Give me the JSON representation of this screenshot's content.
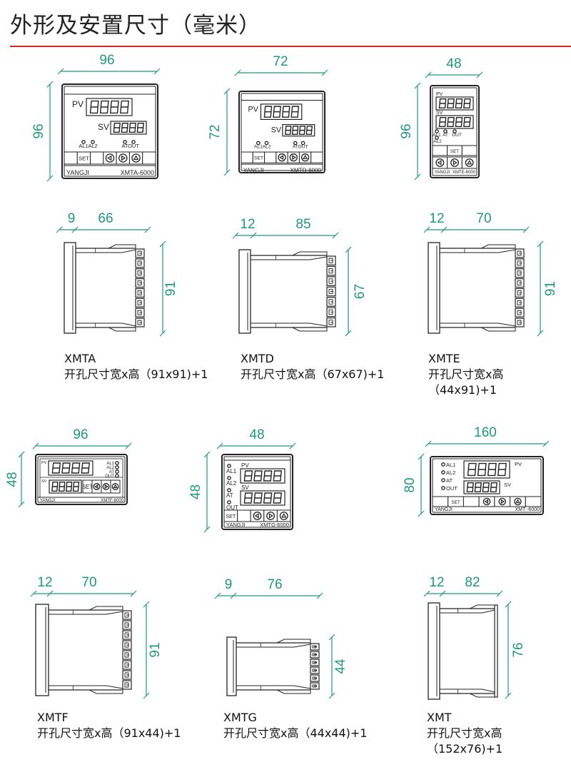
{
  "title": "外形及安置尺寸（毫米）",
  "colors": {
    "dimension": "#1c9a7c",
    "rule": "#d6252d",
    "drawing": "#222222"
  },
  "panel_labels": {
    "pv": "PV",
    "sv": "SV",
    "al1": "AL1",
    "al2": "AL2",
    "at": "AT",
    "out": "OUT",
    "set": "SET",
    "brand": "YANGJI",
    "digits": "8888"
  },
  "models": [
    {
      "name": "XMTA",
      "cutout": "开孔尺寸宽x高（91x91)+1",
      "code": "XMTA-6000",
      "front": {
        "width": "96",
        "height": "96"
      },
      "side": {
        "bezel": "9",
        "depth": "66",
        "height": "91"
      }
    },
    {
      "name": "XMTD",
      "cutout": "开孔尺寸宽x高（67x67)+1",
      "code": "XMTD-6000",
      "front": {
        "width": "72",
        "height": "72"
      },
      "side": {
        "bezel": "12",
        "depth": "85",
        "height": "67"
      }
    },
    {
      "name": "XMTE",
      "cutout": "开孔尺寸宽x高（44x91)+1",
      "code": "XMTE-6000",
      "front": {
        "width": "48",
        "height": "96"
      },
      "side": {
        "bezel": "12",
        "depth": "70",
        "height": "91"
      }
    },
    {
      "name": "XMTF",
      "cutout": "开孔尺寸宽x高（91x44)+1",
      "code": "XMTF-6000",
      "front": {
        "width": "96",
        "height": "48"
      },
      "side": {
        "bezel": "12",
        "depth": "70",
        "height": "91"
      }
    },
    {
      "name": "XMTG",
      "cutout": "开孔尺寸宽x高（44x44)+1",
      "code": "XMTG-6000",
      "front": {
        "width": "48",
        "height": "48"
      },
      "side": {
        "bezel": "9",
        "depth": "76",
        "height": "44"
      }
    },
    {
      "name": "XMT",
      "cutout": "开孔尺寸宽x高（152x76)+1",
      "code": "XMT -6000",
      "front": {
        "width": "160",
        "height": "80"
      },
      "side": {
        "bezel": "12",
        "depth": "82",
        "height": "76"
      }
    }
  ]
}
